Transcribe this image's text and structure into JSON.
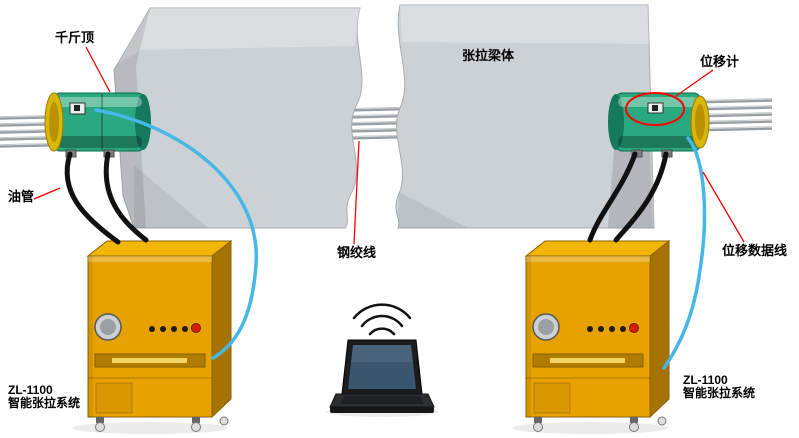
{
  "diagram": {
    "callouts": {
      "jack": "千斤顶",
      "beam_body": "张拉梁体",
      "displacement_meter": "位移计",
      "oil_pipe": "油管",
      "steel_strand": "钢绞线",
      "displacement_data_cable": "位移数据线"
    },
    "left_system": {
      "model": "ZL-1100",
      "name": "智能张拉系统"
    },
    "right_system": {
      "model": "ZL-1100",
      "name": "智能张拉系统"
    }
  },
  "colors": {
    "jack_green": "#2aa87f",
    "jack_green_dark": "#157a5a",
    "flange_gold": "#d8b60a",
    "cabinet_yellow": "#e8a200",
    "cabinet_yellow_top": "#f2b606",
    "cabinet_yellow_side": "#a57300",
    "concrete_gray": "#ccd1d5",
    "strand_gray": "#989ea2",
    "data_cable_blue": "#45b8e8",
    "oil_hose_black": "#111111",
    "annotation_red": "#ff0000"
  }
}
